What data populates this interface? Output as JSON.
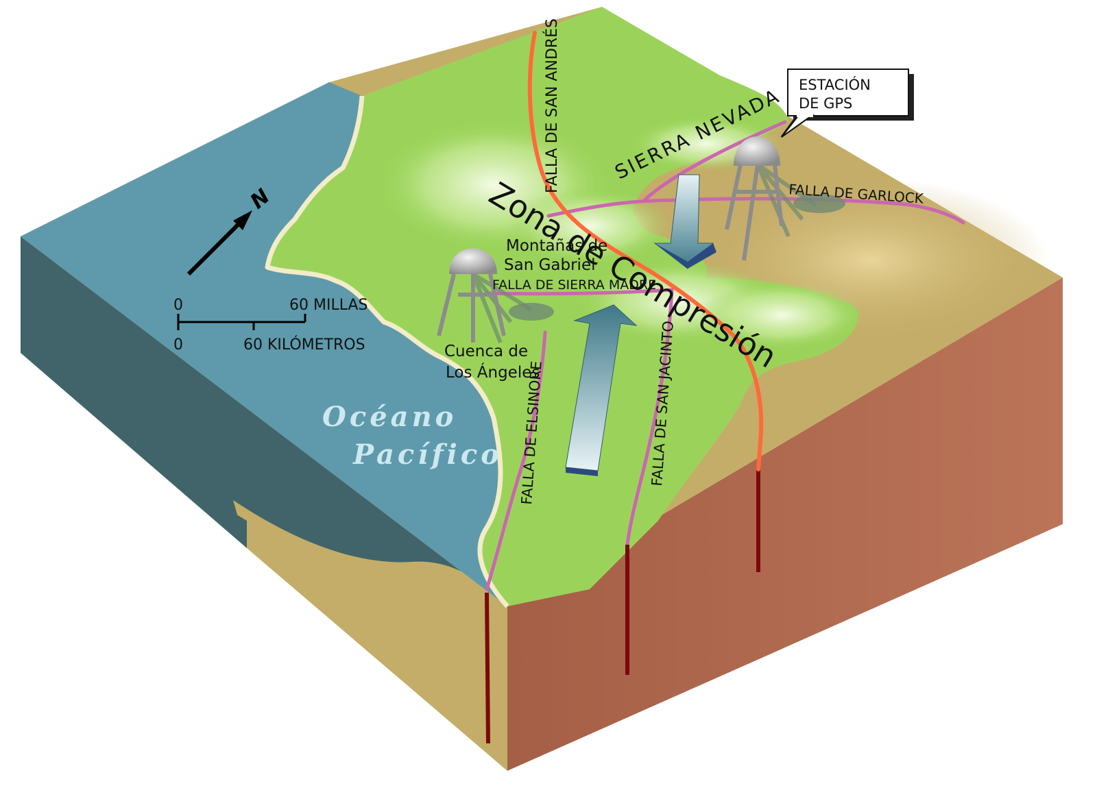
{
  "labels": {
    "san_andres": "FALLA DE SAN ANDRÉS",
    "sierra_nevada": "SIERRA NEVADA",
    "zona": "Zona de Compresión",
    "garlock": "FALLA DE GARLOCK",
    "montanas_1": "Montañas de",
    "montanas_2": "San Gabriel",
    "sierra_madre": "FALLA DE SIERRA MADRE",
    "cuenca_1": "Cuenca de",
    "cuenca_2": "Los Ángeles",
    "elsinore": "FALLA DE ELSINORE",
    "san_jacinto": "FALLA DE SAN JACINTO",
    "oceano": "Océano",
    "pacifico": "Pacífico",
    "gps_1": "ESTACIÓN",
    "gps_2": "DE GPS"
  },
  "compass": {
    "letter": "N",
    "icon": "north-arrow-icon"
  },
  "scale": {
    "miles_zero": "0",
    "miles_label": "60 MILLAS",
    "km_zero": "0",
    "km_label": "60 KILÓMETROS"
  },
  "colors": {
    "ocean": "#5e9aab",
    "land": "#9bd35a",
    "desert": "#c4ad68",
    "crust_side": "#b06a50",
    "ocean_side": "#40646a",
    "san_andres_fault": "#ff6a3a",
    "secondary_fault": "#cc66b0",
    "arrow": "#4a8090"
  }
}
